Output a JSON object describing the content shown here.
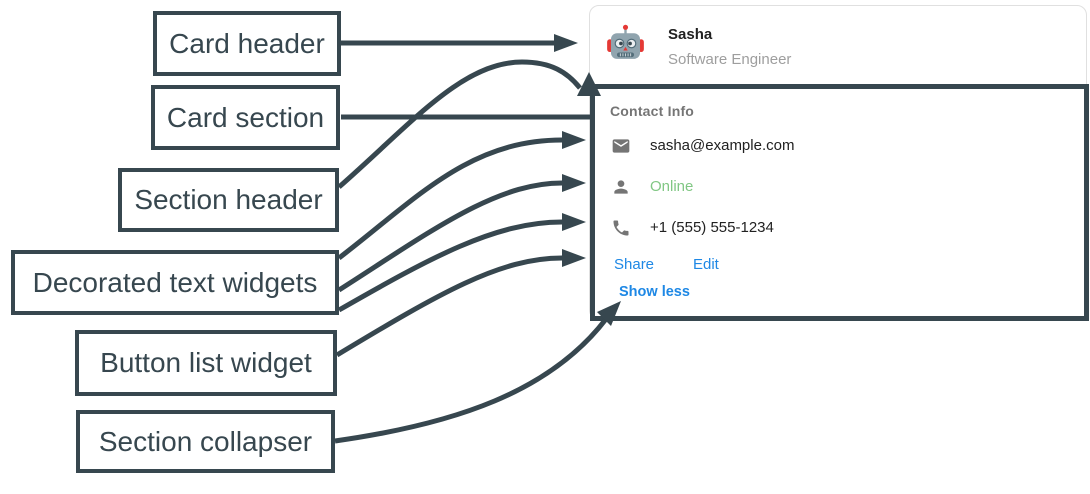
{
  "diagram": {
    "labels": [
      {
        "id": "card-header",
        "text": "Card header"
      },
      {
        "id": "card-section",
        "text": "Card section"
      },
      {
        "id": "section-header",
        "text": "Section header"
      },
      {
        "id": "decorated-widgets",
        "text": "Decorated text widgets"
      },
      {
        "id": "button-list-widget",
        "text": "Button list widget"
      },
      {
        "id": "section-collapser",
        "text": "Section collapser"
      }
    ],
    "annotation_color": "#37474F"
  },
  "card": {
    "header": {
      "name": "Sasha",
      "subtitle": "Software Engineer",
      "avatar": "robot-avatar"
    },
    "section": {
      "title": "Contact Info",
      "rows": [
        {
          "icon": "email-icon",
          "text": "sasha@example.com",
          "color": "#212121"
        },
        {
          "icon": "person-icon",
          "text": "Online",
          "color": "#81C784"
        },
        {
          "icon": "phone-icon",
          "text": "+1 (555) 555-1234",
          "color": "#212121"
        }
      ],
      "buttons": [
        {
          "label": "Share"
        },
        {
          "label": "Edit"
        }
      ],
      "collapser_label": "Show less"
    },
    "colors": {
      "link": "#1E88E5",
      "online_status": "#81C784",
      "muted_text": "#757575",
      "subtitle_text": "#9E9E9E",
      "card_border": "#E0E0E0"
    }
  }
}
